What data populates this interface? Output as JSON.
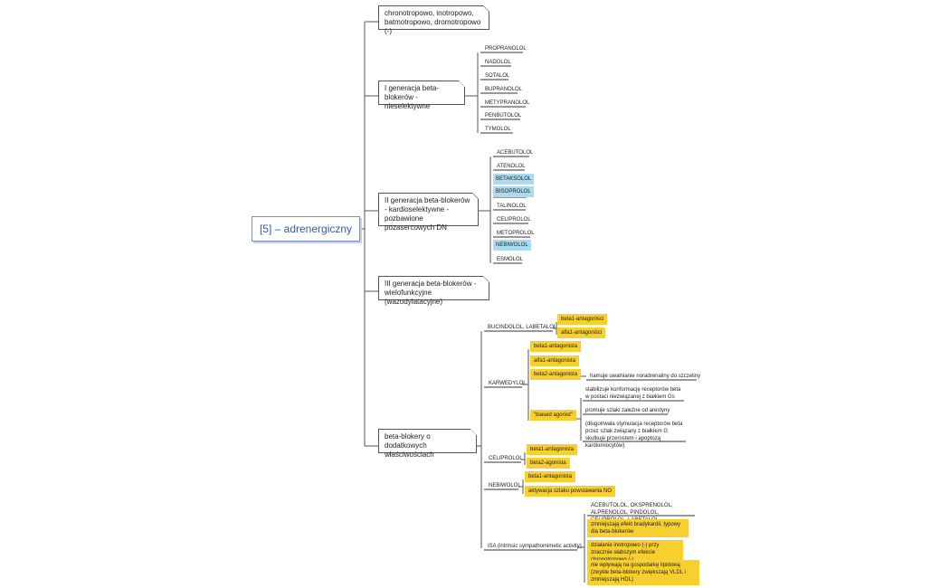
{
  "root": "[5] – adrenergiczny",
  "branches": {
    "b1": "chronotropowo, inotropowo, batmotropowo, dromotropowo (-)",
    "b2": "I generacja beta-blokerów - nieselektywne",
    "b3": "II generacja beta-blokerów - kardioselektywne - pozbawione pozasercowych DN",
    "b4": "III generacja beta-blokerów - wielofunkcyjne (wazodylatacyjne)",
    "b5": "beta-blokery o dodatkowych właściwościach"
  },
  "gen1": [
    "PROPRANOLOL",
    "NADOLOL",
    "SOTALOL",
    "BUPRANOLOL",
    "METYPRANOLOL",
    "PENBUTOLOL",
    "TYMOLOL"
  ],
  "gen2": [
    "ACEBUTOLOL",
    "ATENOLOL",
    "BETAKSOLOL",
    "BISOPROLOL",
    "TALINOLOL",
    "CELIPROLOL",
    "METOPROLOL",
    "NEBIWOLOL",
    "ESMOLOL"
  ],
  "extra": {
    "bucindolol": {
      "label": "BUCINDOLOL, LABETALOL",
      "items": [
        "beta1-antagoniści",
        "alfa1-antagoniści"
      ]
    },
    "karwedylol": {
      "label": "KARWEDYLOL",
      "items": [
        "beta1-antagonista",
        "alfa1-antagonista",
        "beta2-antagonista",
        "\"biased agonist\""
      ],
      "beta2_note": "hamuje uwalnianie noradrenaliny do szczeliny",
      "biased_notes": [
        "stabilizuje konformację receptorów beta w postaci niezwiązanej z białkiem Gs",
        "promuje szlaki zależne od arestyny",
        "(długotrwała stymulacja receptorów beta przez szlak związany z białkiem G skutkuje przerostem i apoptozą kardiomiocytów)"
      ]
    },
    "celiprolol": {
      "label": "CELIPROLOL",
      "items": [
        "beta1-antagonista",
        "beta2-agonista"
      ]
    },
    "nebiwolol": {
      "label": "NEBIWOLOL",
      "items": [
        "beta1-antagonista",
        "aktywacja szlaku powstawania NO"
      ]
    },
    "isa": {
      "label": "ISA (intrinsic sympathomimetic activity)",
      "items": [
        "ACEBUTOLOL, OKSPRENOLOL, ALPRENOLOL, PINDOLOL, CELIPROLOL, LABETALOL",
        "zmniejszają efekt bradykardii, typowy dla beta-blokerów",
        "działanie inotropowo (-) przy znacznie słabszym efekcie chronotropowo (-)",
        "nie wpływają na gospodarkę lipidową (zwykłe beta-blokery zwiększają VLDL i zmniejszają HDL)"
      ]
    }
  },
  "colors": {
    "root_text": "#3a58a8",
    "highlight_cyan": "#aadcf0",
    "highlight_yellow": "#f7cf2e"
  }
}
